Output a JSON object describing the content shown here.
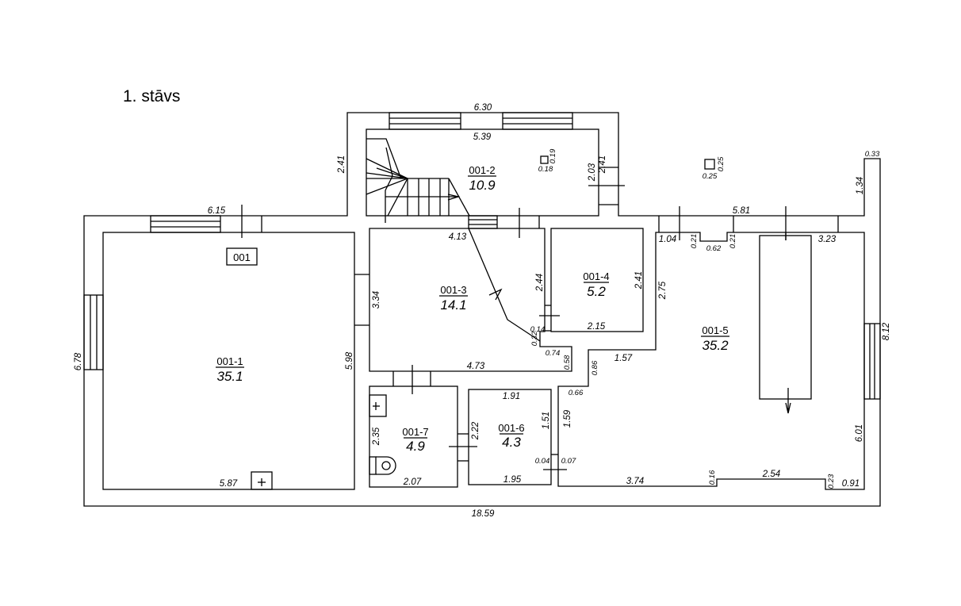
{
  "title": "1. stāvs",
  "apartment_label": "001",
  "rooms": [
    {
      "id": "001-1",
      "area": "35.1"
    },
    {
      "id": "001-2",
      "area": "10.9"
    },
    {
      "id": "001-3",
      "area": "14.1"
    },
    {
      "id": "001-4",
      "area": "5.2"
    },
    {
      "id": "001-5",
      "area": "35.2"
    },
    {
      "id": "001-6",
      "area": "4.3"
    },
    {
      "id": "001-7",
      "area": "4.9"
    }
  ],
  "dimensions": {
    "top_stair_outer": "6.30",
    "stair_inner": "5.39",
    "stair_left": "2.41",
    "stair_right_outer": "2.41",
    "stair_right_inner": "2.03",
    "chimney1_w": "0.18",
    "chimney1_h": "0.19",
    "r1_top": "6.15",
    "r1_left": "6.78",
    "r1_right": "5.98",
    "r1_bottom": "5.87",
    "r3_top": "4.13",
    "r3_left": "3.34",
    "r3_right": "2.44",
    "r3_bottom": "4.73",
    "r3_n1": "0.14",
    "r3_n2": "0.32",
    "r3_n3": "0.74",
    "r3_n4": "0.58",
    "r4_right": "2.41",
    "r4_bottom": "2.15",
    "r5_top": "5.81",
    "r5_a": "1.04",
    "r5_b": "0.21",
    "r5_c": "0.62",
    "r5_d": "0.21",
    "r5_e": "3.23",
    "r5_left": "2.75",
    "r5_f": "1.57",
    "r5_g": "0.86",
    "r5_h": "0.66",
    "r5_i": "1.59",
    "r5_right": "6.01",
    "r5_outer_right": "8.12",
    "r5_bottom": "3.74",
    "r5_j": "0.16",
    "r5_k": "2.54",
    "r5_l": "0.23",
    "r5_m": "0.91",
    "r5_outer_top": "1.34",
    "r5_outer_corner": "0.33",
    "chimney2_w": "0.25",
    "chimney2_h": "0.25",
    "r6_top": "1.91",
    "r6_right": "1.51",
    "r6_left": "2.22",
    "r6_bottom": "1.95",
    "r6_a": "0.04",
    "r6_b": "0.07",
    "r7_left": "2.35",
    "r7_bottom": "2.07",
    "overall": "18.59"
  }
}
